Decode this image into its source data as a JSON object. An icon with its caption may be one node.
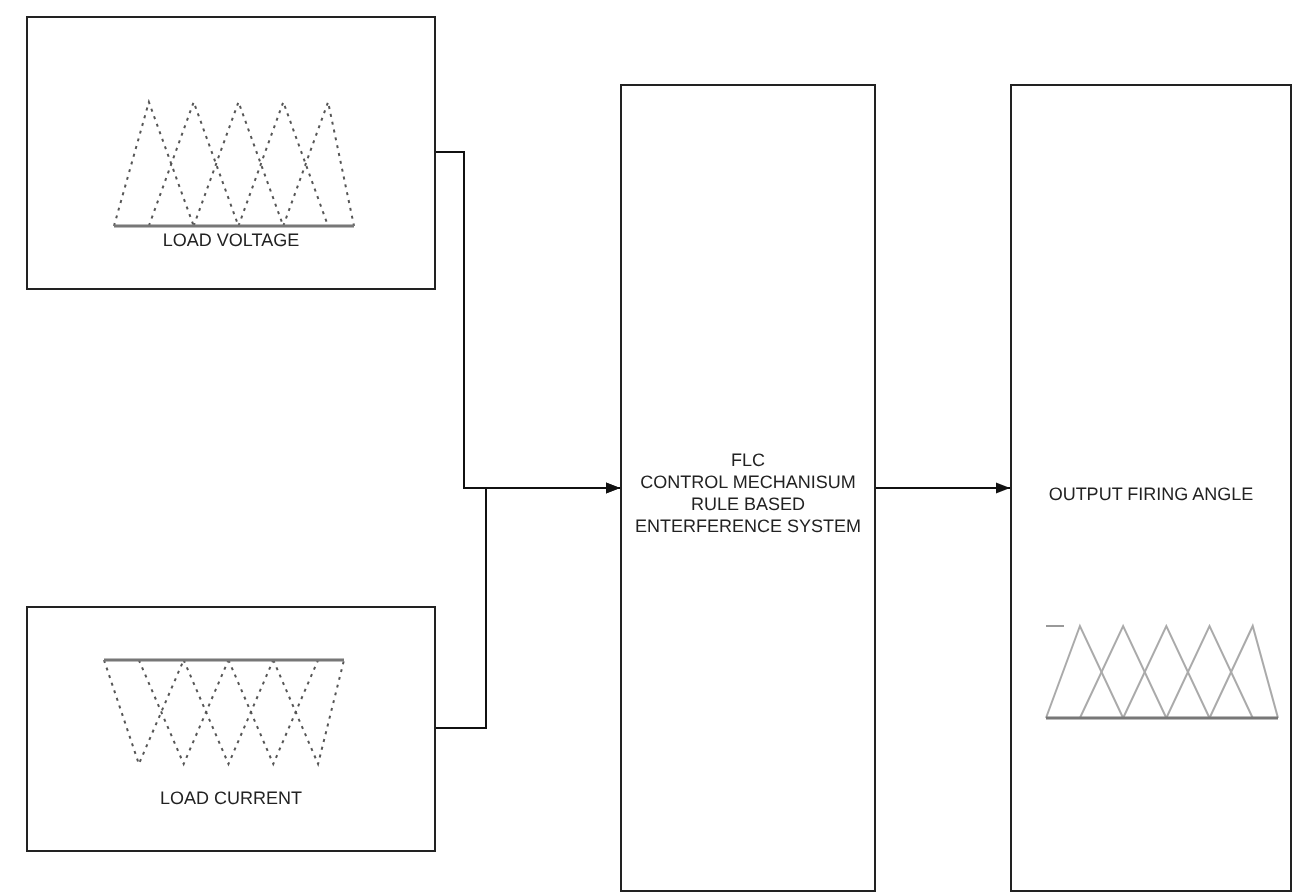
{
  "diagram": {
    "nodes": [
      {
        "text": [
          "LOAD VOLTAGE"
        ]
      },
      {
        "text": [
          "LOAD CURRENT"
        ]
      },
      {
        "text": [
          "FLC",
          "CONTROL MECHANISUM",
          "RULE BASED ENTERFERENCE SYSTEM"
        ]
      },
      {
        "text": [
          "OUTPUT FIRING ANGLE"
        ]
      }
    ],
    "edges": [
      {
        "from": 0,
        "to": 2,
        "arrow": "to"
      },
      {
        "from": 1,
        "to": 2,
        "arrow": "to"
      },
      {
        "from": 2,
        "to": 3,
        "arrow": "to"
      }
    ]
  }
}
